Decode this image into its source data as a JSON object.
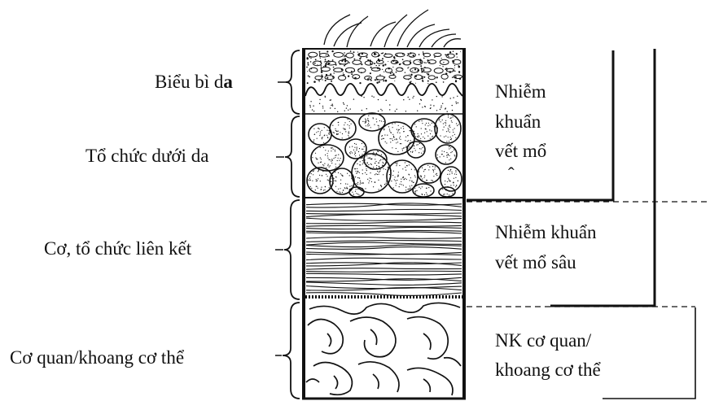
{
  "layers": [
    {
      "id": "skin",
      "label": "Biểu bì da"
    },
    {
      "id": "subcutaneous",
      "label": "Tổ chức dưới da"
    },
    {
      "id": "muscle",
      "label": "Cơ, tổ chức liên kết"
    },
    {
      "id": "organ",
      "label": "Cơ quan/khoang cơ thể"
    }
  ],
  "infections": {
    "superficial": [
      "Nhiễm",
      "khuẩn",
      "vết mổ"
    ],
    "superficial_stray_mark": "ˆ",
    "deep": [
      "Nhiễm khuẩn",
      "vết mổ sâu"
    ],
    "organ_space": [
      "NK cơ quan/",
      "khoang cơ thể"
    ]
  },
  "colors": {
    "ink": "#111111",
    "background": "#ffffff"
  }
}
